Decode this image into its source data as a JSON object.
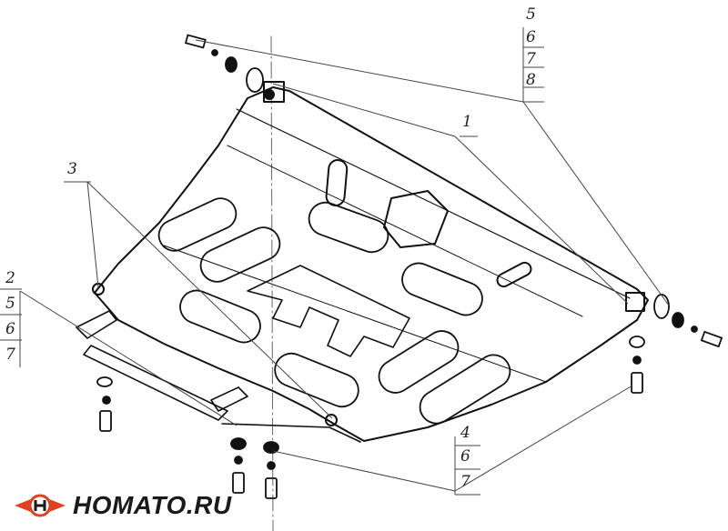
{
  "callouts": {
    "top_right": [
      "5",
      "6",
      "7",
      "8"
    ],
    "plate": "1",
    "left_brace": "3",
    "left_stack": [
      "2",
      "5",
      "6",
      "7"
    ],
    "bottom_stack": [
      "4",
      "6",
      "7"
    ]
  },
  "brand": {
    "name": "HOMATO.RU",
    "accent": "#e0401f"
  },
  "colors": {
    "line": "#111111",
    "leader": "#444444"
  }
}
